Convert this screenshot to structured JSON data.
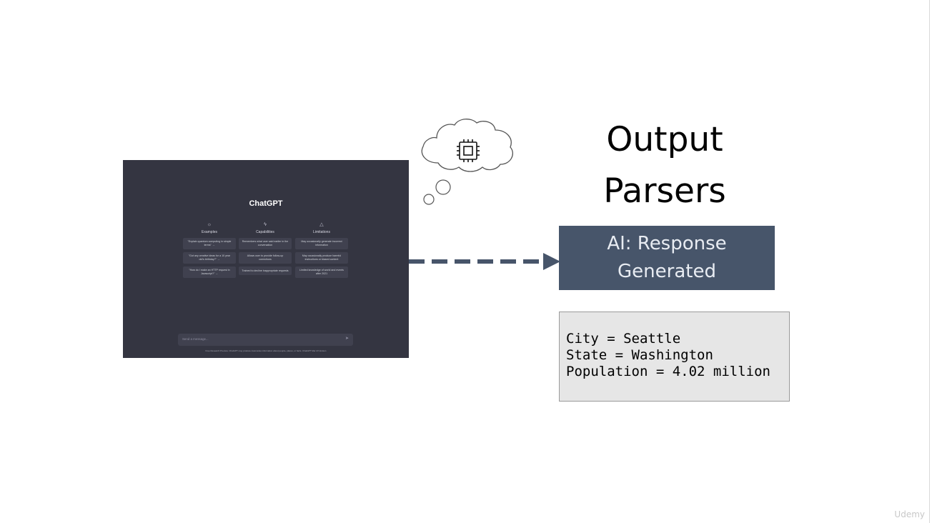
{
  "slide": {
    "title_line1": "Output",
    "title_line2": "Parsers",
    "response_line1": "AI: Response",
    "response_line2": "Generated",
    "output_lines": [
      "City = Seattle",
      "State = Washington",
      "Population = 4.02 million"
    ],
    "watermark": "Udemy"
  },
  "chatgpt": {
    "title": "ChatGPT",
    "columns": [
      {
        "icon": "sun-icon",
        "heading": "Examples",
        "cards": [
          "\"Explain quantum computing in simple terms\" →",
          "\"Got any creative ideas for a 10 year old's birthday?\" →",
          "\"How do I make an HTTP request in Javascript?\" →"
        ]
      },
      {
        "icon": "lightning-icon",
        "heading": "Capabilities",
        "cards": [
          "Remembers what user said earlier in the conversation",
          "Allows user to provide follow-up corrections",
          "Trained to decline inappropriate requests"
        ]
      },
      {
        "icon": "warning-icon",
        "heading": "Limitations",
        "cards": [
          "May occasionally generate incorrect information",
          "May occasionally produce harmful instructions or biased content",
          "Limited knowledge of world and events after 2021"
        ]
      }
    ],
    "input_placeholder": "Send a message...",
    "footer": "Free Research Preview. ChatGPT may produce inaccurate information about people, places, or facts. ChatGPT Mar 23 Version"
  },
  "colors": {
    "response_box": "#47556a",
    "arrow": "#47556a",
    "gpt_background": "#343541",
    "output_box": "#e6e6e6"
  }
}
